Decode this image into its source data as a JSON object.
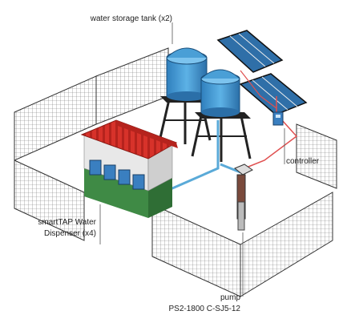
{
  "labels": {
    "tank": "water storage tank (x2)",
    "controller": "controller",
    "dispenser_line1": "smartTAP Water",
    "dispenser_line2": "Dispenser (x4)",
    "pump_line1": "pump",
    "pump_line2": "PS2-1800 C-SJ5-12"
  },
  "colors": {
    "tank_blue": "#4a9fd6",
    "roof_red": "#d7322a",
    "building_green": "#3f8a45",
    "pipe_blue": "#5aaad8",
    "wire_red": "#e05050",
    "panel_blue": "#2f6fa8"
  }
}
